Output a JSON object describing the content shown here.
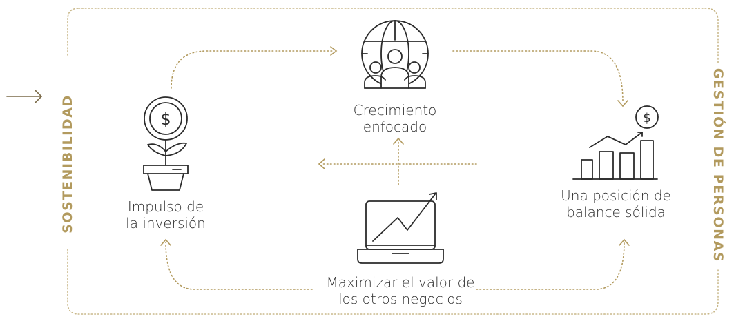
{
  "side_labels": {
    "left": "SOSTENIBILIDAD",
    "right": "GESTIÓN DE PERSONAS"
  },
  "nodes": {
    "growth": {
      "line1": "Crecimiento",
      "line2": "enfocado",
      "icon": "globe-people-icon"
    },
    "investment": {
      "line1": "Impulso de",
      "line2": "la inversión",
      "icon": "money-plant-icon"
    },
    "balance": {
      "line1": "Una posición de",
      "line2": "balance sólida",
      "icon": "bar-chart-dollar-icon"
    },
    "value": {
      "line1": "Maximizar el valor de",
      "line2": "los otros negocios",
      "icon": "laptop-trend-icon"
    }
  },
  "colors": {
    "accent": "#b29a5e",
    "icon_stroke": "#2b2b2b",
    "text": "#333333"
  }
}
